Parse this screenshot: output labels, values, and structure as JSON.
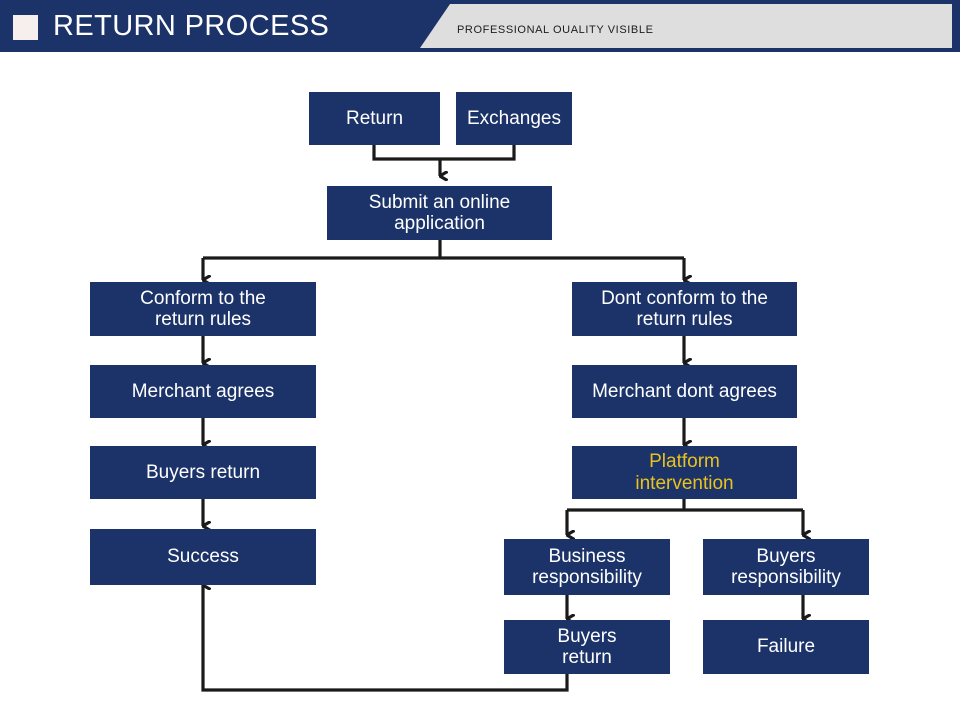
{
  "header": {
    "title": "RETURN PROCESS",
    "subtitle": "PROFESSIONAL OUALITY VISIBLE",
    "bar_color": "#1b3369",
    "panel_color": "#dedede",
    "accent_square_color": "#f7eeee",
    "title_color": "#ffffff",
    "subtitle_color": "#1c1c1c"
  },
  "diagram": {
    "type": "flowchart",
    "node_fill": "#1b3369",
    "node_text_color": "#ffffff",
    "accent_text_color": "#e9c21f",
    "connector_color": "#1a1a1a",
    "nodes": [
      {
        "id": "return",
        "label": "Return"
      },
      {
        "id": "exchanges",
        "label": "Exchanges"
      },
      {
        "id": "submit-application",
        "label": "Submit an online\napplication"
      },
      {
        "id": "conform-rules",
        "label": "Conform to the\nreturn rules"
      },
      {
        "id": "dont-conform-rules",
        "label": "Dont conform to the\nreturn rules"
      },
      {
        "id": "merchant-agrees",
        "label": "Merchant agrees"
      },
      {
        "id": "merchant-dont-agrees",
        "label": "Merchant dont agrees"
      },
      {
        "id": "buyers-return-left",
        "label": "Buyers return"
      },
      {
        "id": "platform-intervention",
        "label": "Platform\nintervention"
      },
      {
        "id": "success",
        "label": "Success"
      },
      {
        "id": "business-responsibility",
        "label": "Business\nresponsibility"
      },
      {
        "id": "buyers-responsibility",
        "label": "Buyers\nresponsibility"
      },
      {
        "id": "buyers-return-right",
        "label": "Buyers\nreturn"
      },
      {
        "id": "failure",
        "label": "Failure"
      }
    ],
    "edges": [
      {
        "from": "return",
        "to": "submit-application"
      },
      {
        "from": "exchanges",
        "to": "submit-application"
      },
      {
        "from": "submit-application",
        "to": "conform-rules"
      },
      {
        "from": "submit-application",
        "to": "dont-conform-rules"
      },
      {
        "from": "conform-rules",
        "to": "merchant-agrees"
      },
      {
        "from": "merchant-agrees",
        "to": "buyers-return-left"
      },
      {
        "from": "buyers-return-left",
        "to": "success"
      },
      {
        "from": "dont-conform-rules",
        "to": "merchant-dont-agrees"
      },
      {
        "from": "merchant-dont-agrees",
        "to": "platform-intervention"
      },
      {
        "from": "platform-intervention",
        "to": "business-responsibility"
      },
      {
        "from": "platform-intervention",
        "to": "buyers-responsibility"
      },
      {
        "from": "business-responsibility",
        "to": "buyers-return-right"
      },
      {
        "from": "buyers-responsibility",
        "to": "failure"
      },
      {
        "from": "buyers-return-right",
        "to": "success"
      }
    ]
  }
}
